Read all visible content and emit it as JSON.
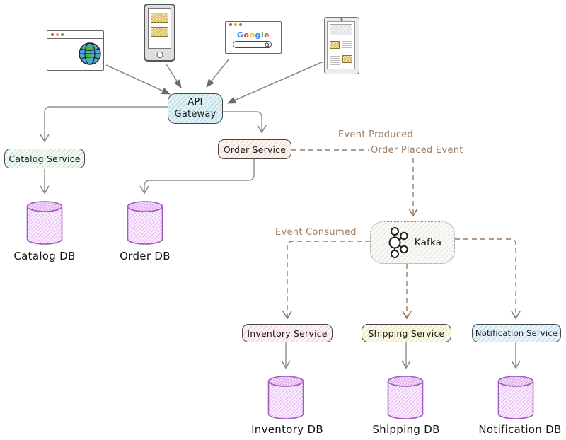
{
  "nodes": {
    "api_gateway": {
      "line1": "API",
      "line2": "Gateway",
      "fill": "#d8eef2"
    },
    "catalog_service": {
      "label": "Catalog Service",
      "fill": "#edf7ef"
    },
    "order_service": {
      "label": "Order Service",
      "fill": "#fdf2ee"
    },
    "kafka": {
      "label": "Kafka",
      "fill": "#f6f6f3"
    },
    "inventory_service": {
      "label": "Inventory Service",
      "fill": "#fdeff2"
    },
    "shipping_service": {
      "label": "Shipping Service",
      "fill": "#fbf7e3"
    },
    "notification_service": {
      "label": "Notification Service",
      "fill": "#e2f1fa"
    }
  },
  "databases": {
    "catalog": {
      "label": "Catalog DB"
    },
    "order": {
      "label": "Order DB"
    },
    "inventory": {
      "label": "Inventory DB"
    },
    "shipping": {
      "label": "Shipping DB"
    },
    "notification": {
      "label": "Notification DB"
    },
    "fill": "#f9ecfc",
    "border": "#9d5bb5"
  },
  "edge_labels": {
    "event_produced": "Event Produced",
    "order_placed_event": "Order Placed Event",
    "event_consumed": "Event Consumed",
    "color": "#9f7f66"
  },
  "google_logo": {
    "letters": [
      {
        "char": "G",
        "color": "#4285f4"
      },
      {
        "char": "o",
        "color": "#ea4335"
      },
      {
        "char": "o",
        "color": "#fbbc05"
      },
      {
        "char": "g",
        "color": "#4285f4"
      },
      {
        "char": "l",
        "color": "#34a853"
      },
      {
        "char": "e",
        "color": "#ea4335"
      }
    ]
  },
  "colors": {
    "solid_connector": "#8a8a8a",
    "dashed_connector": "#9a7b63",
    "node_border": "#474747",
    "canvas_bg": "#ffffff"
  }
}
